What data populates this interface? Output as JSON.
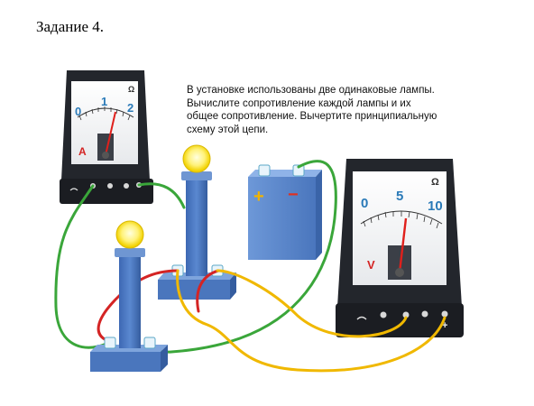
{
  "title": "Задание 4.",
  "task_lines": [
    "В установке использованы две одинаковые лампы.",
    "Вычислите сопротивление каждой лампы и их",
    "общее сопротивление. Вычертите принципиальную",
    "схему этой цепи."
  ],
  "ammeter": {
    "scale": [
      "0",
      "1",
      "2"
    ],
    "unit_symbol": "Ω",
    "letter": "A"
  },
  "voltmeter": {
    "scale": [
      "0",
      "5",
      "10"
    ],
    "unit_symbol": "Ω",
    "letter": "V"
  },
  "battery": {
    "plus": "+",
    "minus": "−"
  },
  "voltmeter_terminals": {
    "plus": "+"
  },
  "colors": {
    "wire_green": "#3aa63a",
    "wire_red": "#d42424",
    "wire_yellow": "#f0b800",
    "stand_blue": "#4b78c0",
    "battery_blue": "#5b87cc",
    "meter_dark": "#1f2228"
  }
}
